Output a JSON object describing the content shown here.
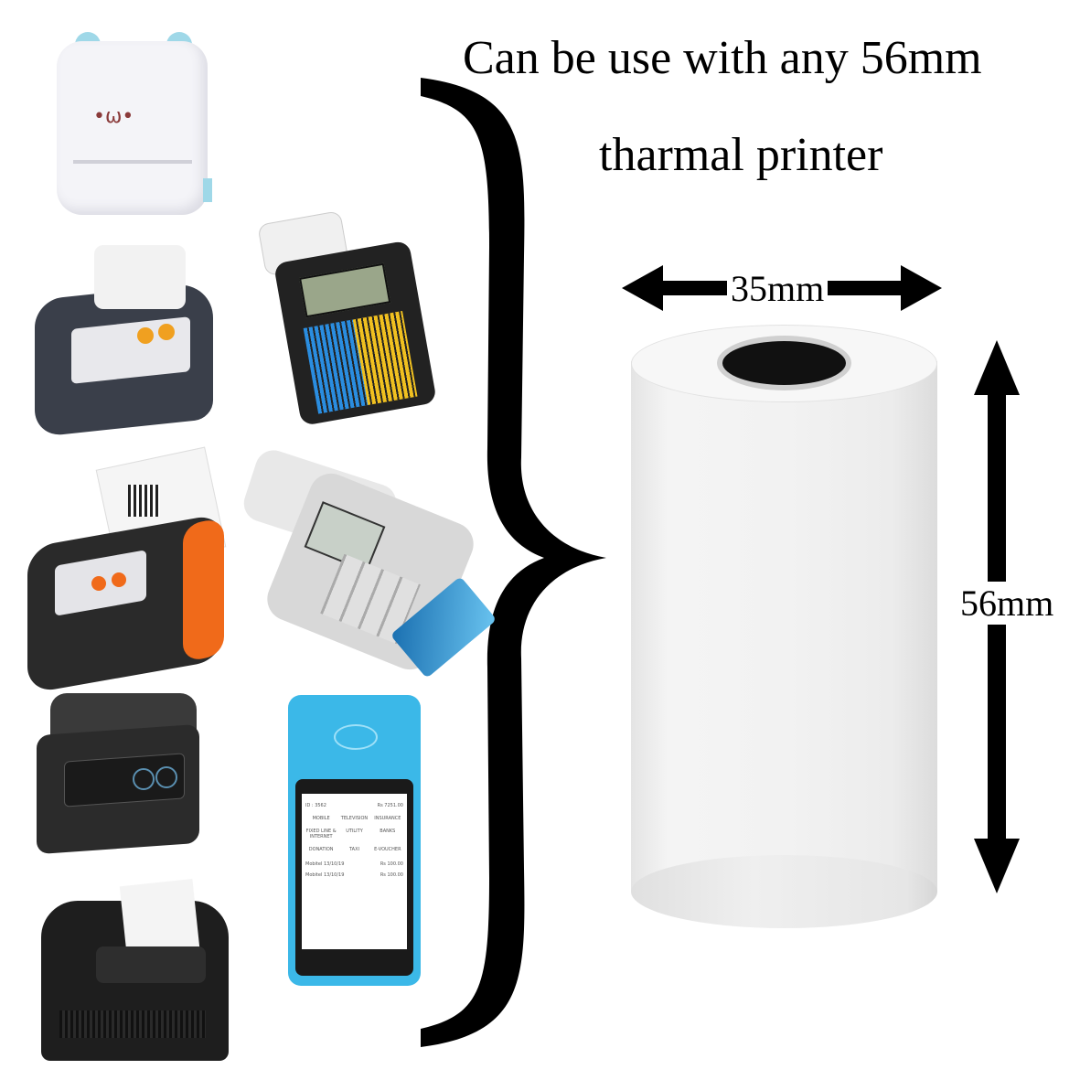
{
  "headline": {
    "line1": "Can be use with any 56mm",
    "line2": "tharmal printer"
  },
  "roll": {
    "width_label": "35mm",
    "height_label": "56mm",
    "colors": {
      "paper": "#f2f2f2",
      "core": "#111111"
    }
  },
  "devices": [
    {
      "name": "cat-mini-printer",
      "color": "#f4f4f8",
      "accent": "#9fd8e8"
    },
    {
      "name": "portable-printer-gray",
      "color": "#3a3f4a",
      "accent": "#f0a020"
    },
    {
      "name": "portable-printer-orange",
      "color": "#2a2a2a",
      "accent": "#f06a1a"
    },
    {
      "name": "mobile-printer-black",
      "color": "#2b2b2b",
      "accent": "#5a8fb0"
    },
    {
      "name": "desktop-receipt-printer",
      "color": "#1e1e1e",
      "accent": "#444444"
    },
    {
      "name": "keypad-billing-machine",
      "color": "#222222",
      "accent": "#2a8de0"
    },
    {
      "name": "card-pos-terminal",
      "color": "#d8d8d8",
      "accent": "#3aa0d8"
    },
    {
      "name": "android-pos-terminal",
      "color": "#3bb8e8",
      "accent": "#222222"
    }
  ],
  "pos_screen": {
    "id_text": "ID : 3562",
    "balance": "Rs 7251.00",
    "tiles": [
      "MOBILE",
      "TELEVISION",
      "INSURANCE",
      "FIXED LINE & INTERNET",
      "UTILITY",
      "BANKS",
      "DONATION",
      "TAXI",
      "E-VOUCHER"
    ],
    "transactions": [
      {
        "label": "Mobitel 13/10/19",
        "amount": "Rs 100.00"
      },
      {
        "label": "Mobitel 13/10/19",
        "amount": "Rs 100.00"
      }
    ]
  }
}
